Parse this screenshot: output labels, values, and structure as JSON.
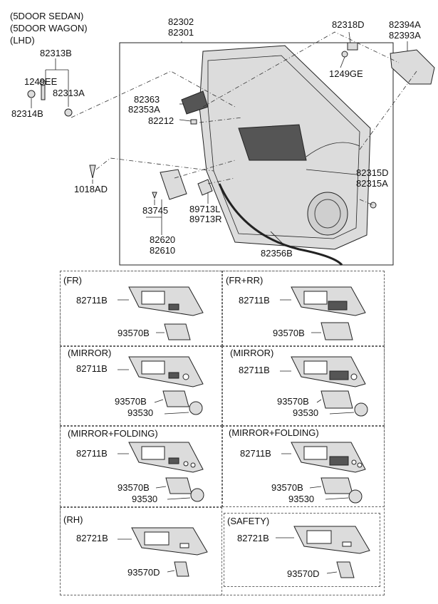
{
  "header": {
    "line1": "(5DOOR SEDAN)",
    "line2": "(5DOOR WAGON)",
    "line3": "(LHD)"
  },
  "top_labels": {
    "p82302": "82302",
    "p82301": "82301",
    "p82318D": "82318D",
    "p1249GE": "1249GE",
    "p82394A": "82394A",
    "p82393A": "82393A",
    "p82313B": "82313B",
    "p1249EE": "1249EE",
    "p82313A": "82313A",
    "p82314B": "82314B",
    "p82363": "82363",
    "p82353A": "82353A",
    "p82212": "82212",
    "p1018AD": "1018AD",
    "p83745": "83745",
    "p82620": "82620",
    "p82610": "82610",
    "p89713L": "89713L",
    "p89713R": "89713R",
    "p82315D": "82315D",
    "p82315A": "82315A",
    "p82356B": "82356B"
  },
  "panels": [
    {
      "title": "(FR)",
      "a": "82711B",
      "b": "93570B",
      "c": ""
    },
    {
      "title": "(FR+RR)",
      "a": "82711B",
      "b": "93570B",
      "c": ""
    },
    {
      "title": "(MIRROR)",
      "a": "82711B",
      "b": "93570B",
      "c": "93530"
    },
    {
      "title": "(MIRROR)",
      "a": "82711B",
      "b": "93570B",
      "c": "93530"
    },
    {
      "title": "(MIRROR+FOLDING)",
      "a": "82711B",
      "b": "93570B",
      "c": "93530"
    },
    {
      "title": "(MIRROR+FOLDING)",
      "a": "82711B",
      "b": "93570B",
      "c": "93530"
    },
    {
      "title": "(RH)",
      "a": "82721B",
      "b": "93570D",
      "c": ""
    },
    {
      "title": "(SAFETY)",
      "a": "82721B",
      "b": "93570D",
      "c": ""
    }
  ]
}
